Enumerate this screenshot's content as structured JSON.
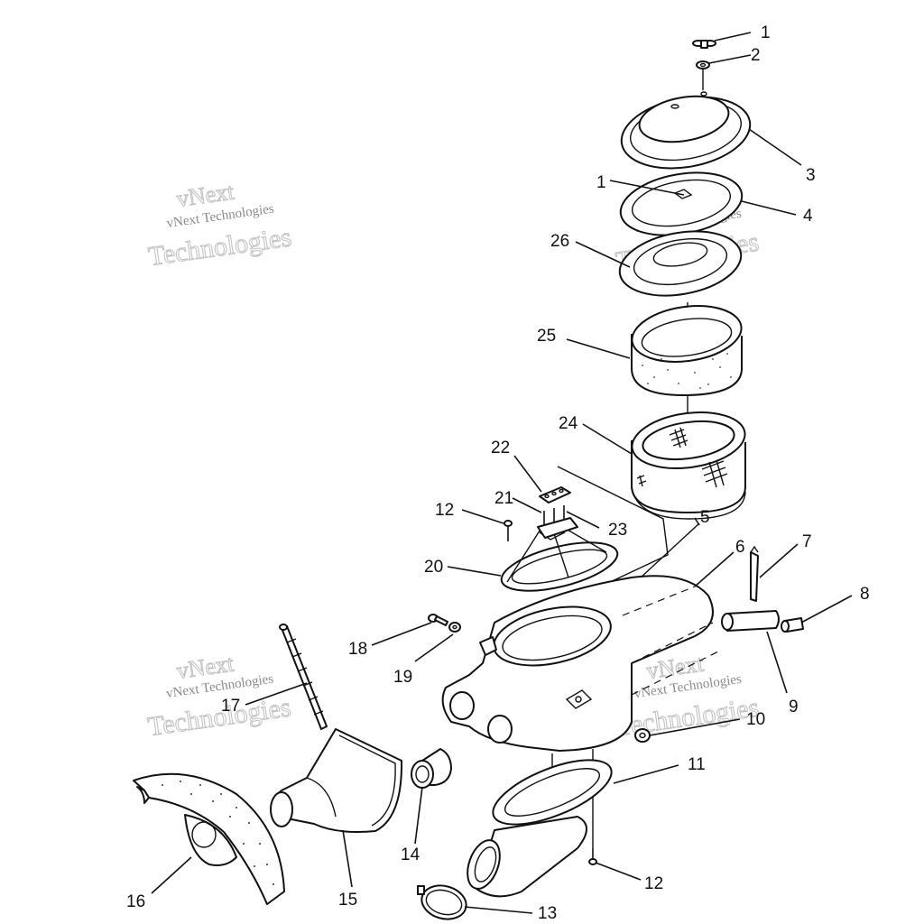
{
  "callouts": [
    {
      "id": "c1a",
      "label": "1"
    },
    {
      "id": "c2",
      "label": "2"
    },
    {
      "id": "c3",
      "label": "3"
    },
    {
      "id": "c1b",
      "label": "1"
    },
    {
      "id": "c4",
      "label": "4"
    },
    {
      "id": "c26",
      "label": "26"
    },
    {
      "id": "c25",
      "label": "25"
    },
    {
      "id": "c24",
      "label": "24"
    },
    {
      "id": "c22",
      "label": "22"
    },
    {
      "id": "c21",
      "label": "21"
    },
    {
      "id": "c23",
      "label": "23"
    },
    {
      "id": "c12a",
      "label": "12"
    },
    {
      "id": "c5",
      "label": "5"
    },
    {
      "id": "c6",
      "label": "6"
    },
    {
      "id": "c7",
      "label": "7"
    },
    {
      "id": "c8",
      "label": "8"
    },
    {
      "id": "c20",
      "label": "20"
    },
    {
      "id": "c18",
      "label": "18"
    },
    {
      "id": "c19",
      "label": "19"
    },
    {
      "id": "c9",
      "label": "9"
    },
    {
      "id": "c17",
      "label": "17"
    },
    {
      "id": "c10",
      "label": "10"
    },
    {
      "id": "c11",
      "label": "11"
    },
    {
      "id": "c14",
      "label": "14"
    },
    {
      "id": "c16",
      "label": "16"
    },
    {
      "id": "c15",
      "label": "15"
    },
    {
      "id": "c12b",
      "label": "12"
    },
    {
      "id": "c13",
      "label": "13"
    }
  ],
  "watermark": {
    "line_small": "vNext Technologies",
    "line_big_1": "vNext",
    "line_big_2": "Technologies"
  }
}
